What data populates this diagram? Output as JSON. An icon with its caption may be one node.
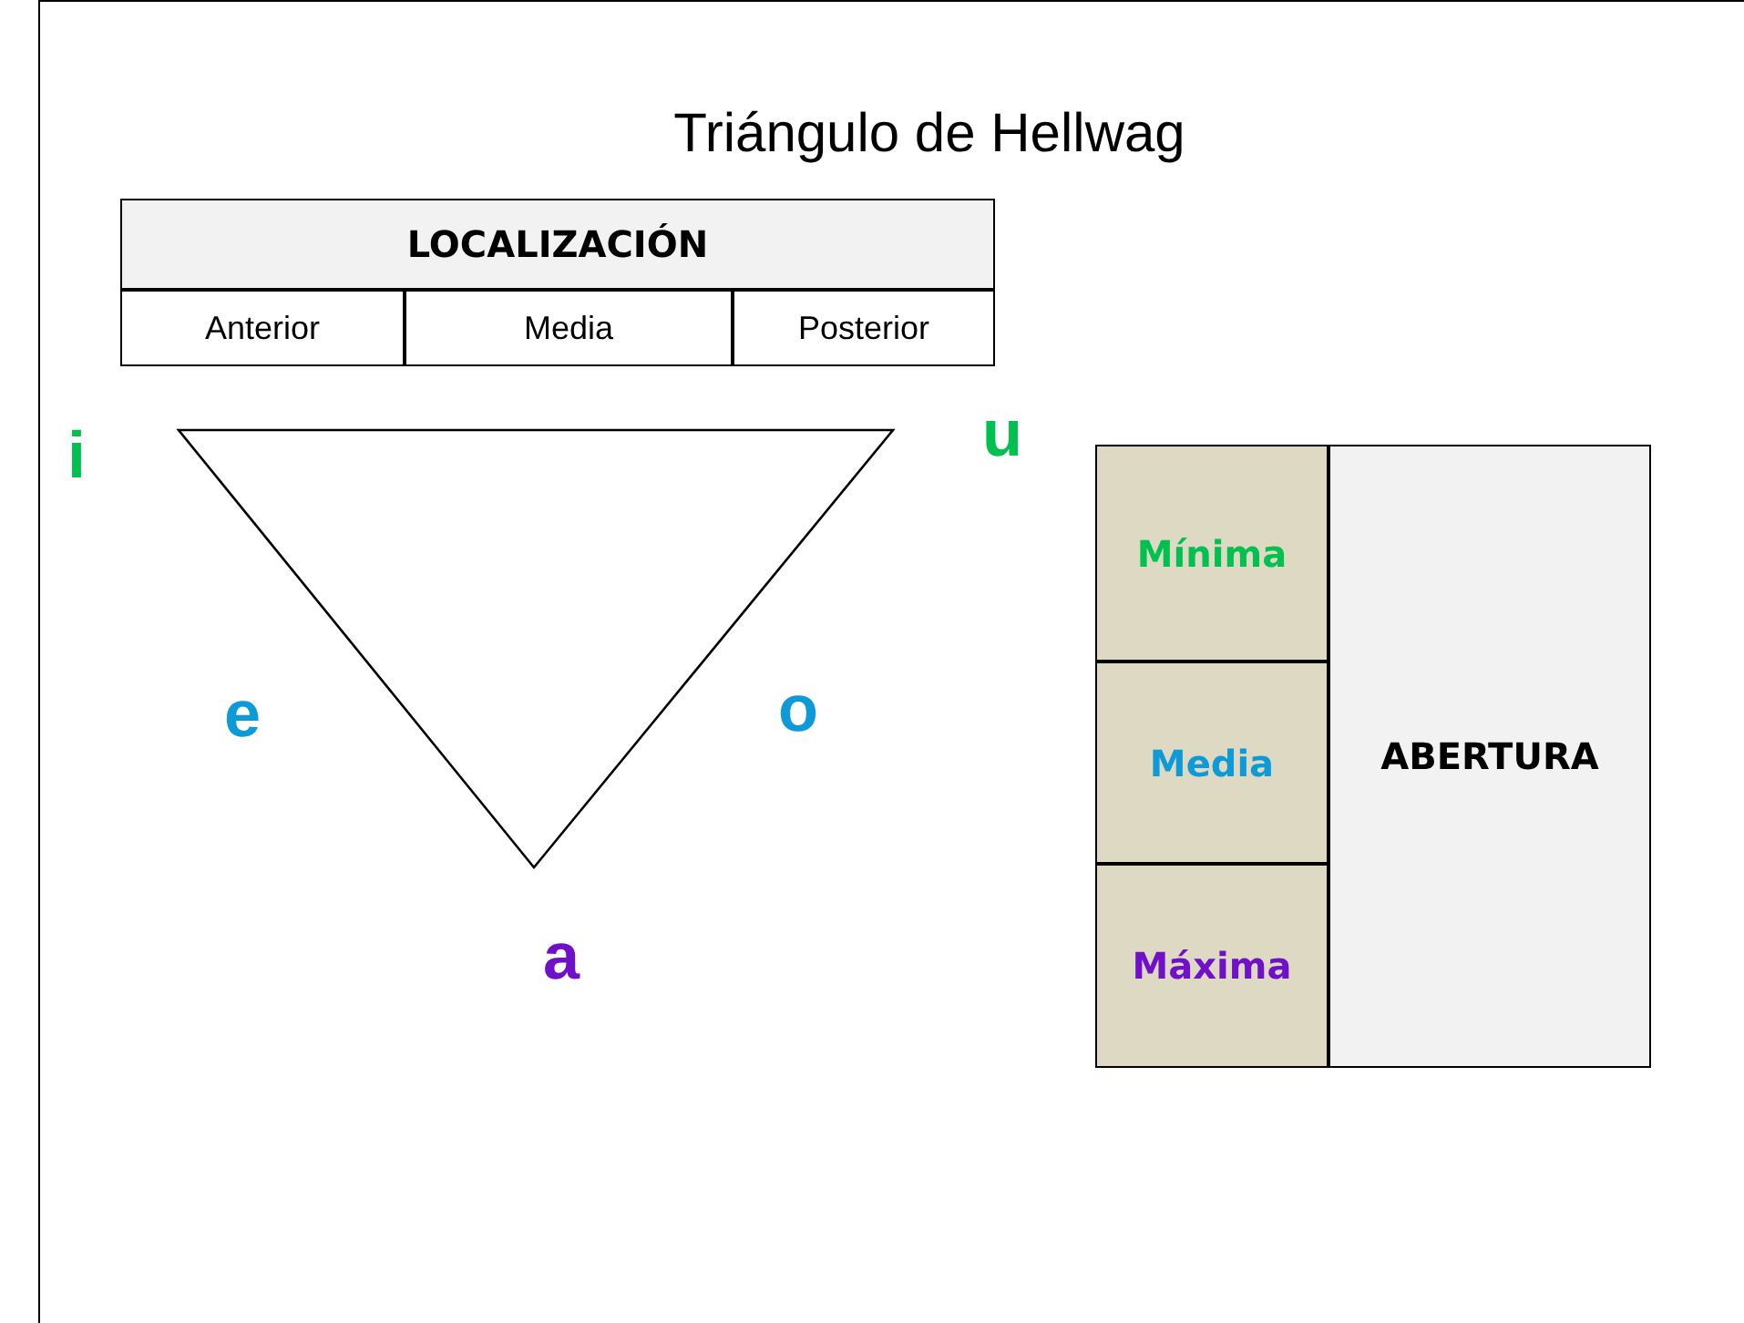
{
  "diagram": {
    "title": "Triángulo de Hellwag",
    "labels": [
      "LOCALIZACIÓN",
      "Anterior",
      "Media",
      "Posterior",
      "i",
      "u",
      "Mínima",
      "e",
      "o",
      "Media",
      "ABERTURA",
      "a",
      "Máxima"
    ]
  }
}
